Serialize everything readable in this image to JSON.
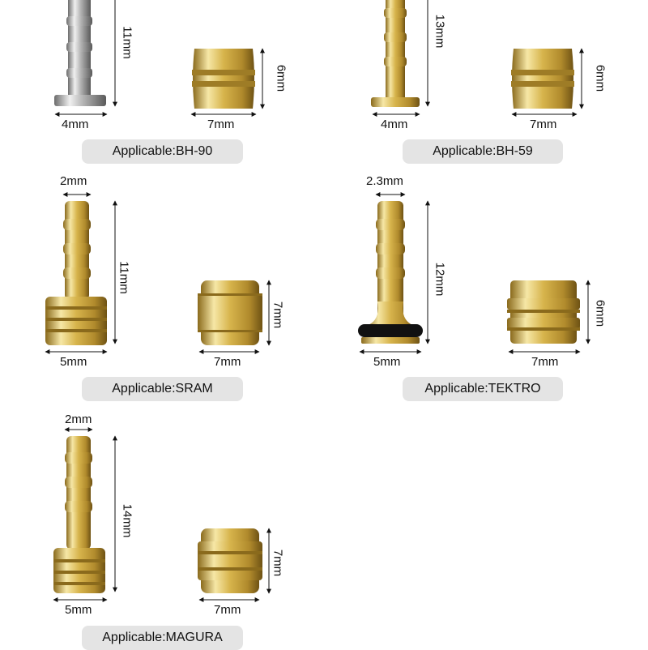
{
  "panels": [
    {
      "applicable": "Applicable:BH-90",
      "insert": {
        "height": "11mm",
        "base_width": "4mm",
        "finish": "silver"
      },
      "olive": {
        "height": "6mm",
        "width": "7mm"
      }
    },
    {
      "applicable": "Applicable:BH-59",
      "insert": {
        "height": "13mm",
        "base_width": "4mm",
        "finish": "brass"
      },
      "olive": {
        "height": "6mm",
        "width": "7mm"
      }
    },
    {
      "applicable": "Applicable:SRAM",
      "insert": {
        "tip_width": "2mm",
        "height": "11mm",
        "base_width": "5mm",
        "finish": "brass"
      },
      "olive": {
        "height": "7mm",
        "width": "7mm"
      }
    },
    {
      "applicable": "Applicable:TEKTRO",
      "insert": {
        "tip_width": "2.3mm",
        "height": "12mm",
        "base_width": "5mm",
        "finish": "brass",
        "o_ring": true
      },
      "olive": {
        "height": "6mm",
        "width": "7mm"
      }
    },
    {
      "applicable": "Applicable:MAGURA",
      "insert": {
        "tip_width": "2mm",
        "height": "14mm",
        "base_width": "5mm",
        "finish": "brass"
      },
      "olive": {
        "height": "7mm",
        "width": "7mm"
      }
    }
  ],
  "colors": {
    "brass": "#d9b64a",
    "silver": "#b8b8b8",
    "badge": "#e4e4e4"
  }
}
